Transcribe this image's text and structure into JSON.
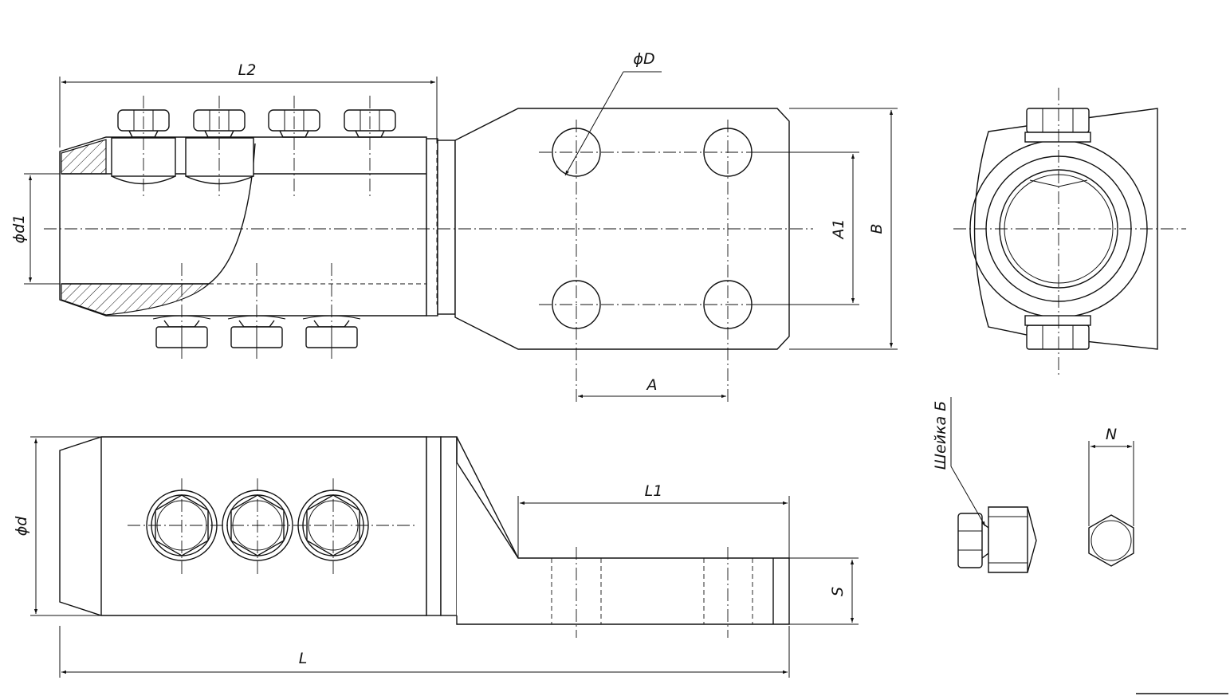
{
  "dimensions": {
    "L2": "L2",
    "D": "ϕD",
    "d1": "ϕd1",
    "A1": "A1",
    "B": "B",
    "A": "A",
    "L1": "L1",
    "d": "ϕd",
    "S": "S",
    "L": "L",
    "N": "N"
  },
  "callouts": {
    "neck": "Шейка Б"
  }
}
